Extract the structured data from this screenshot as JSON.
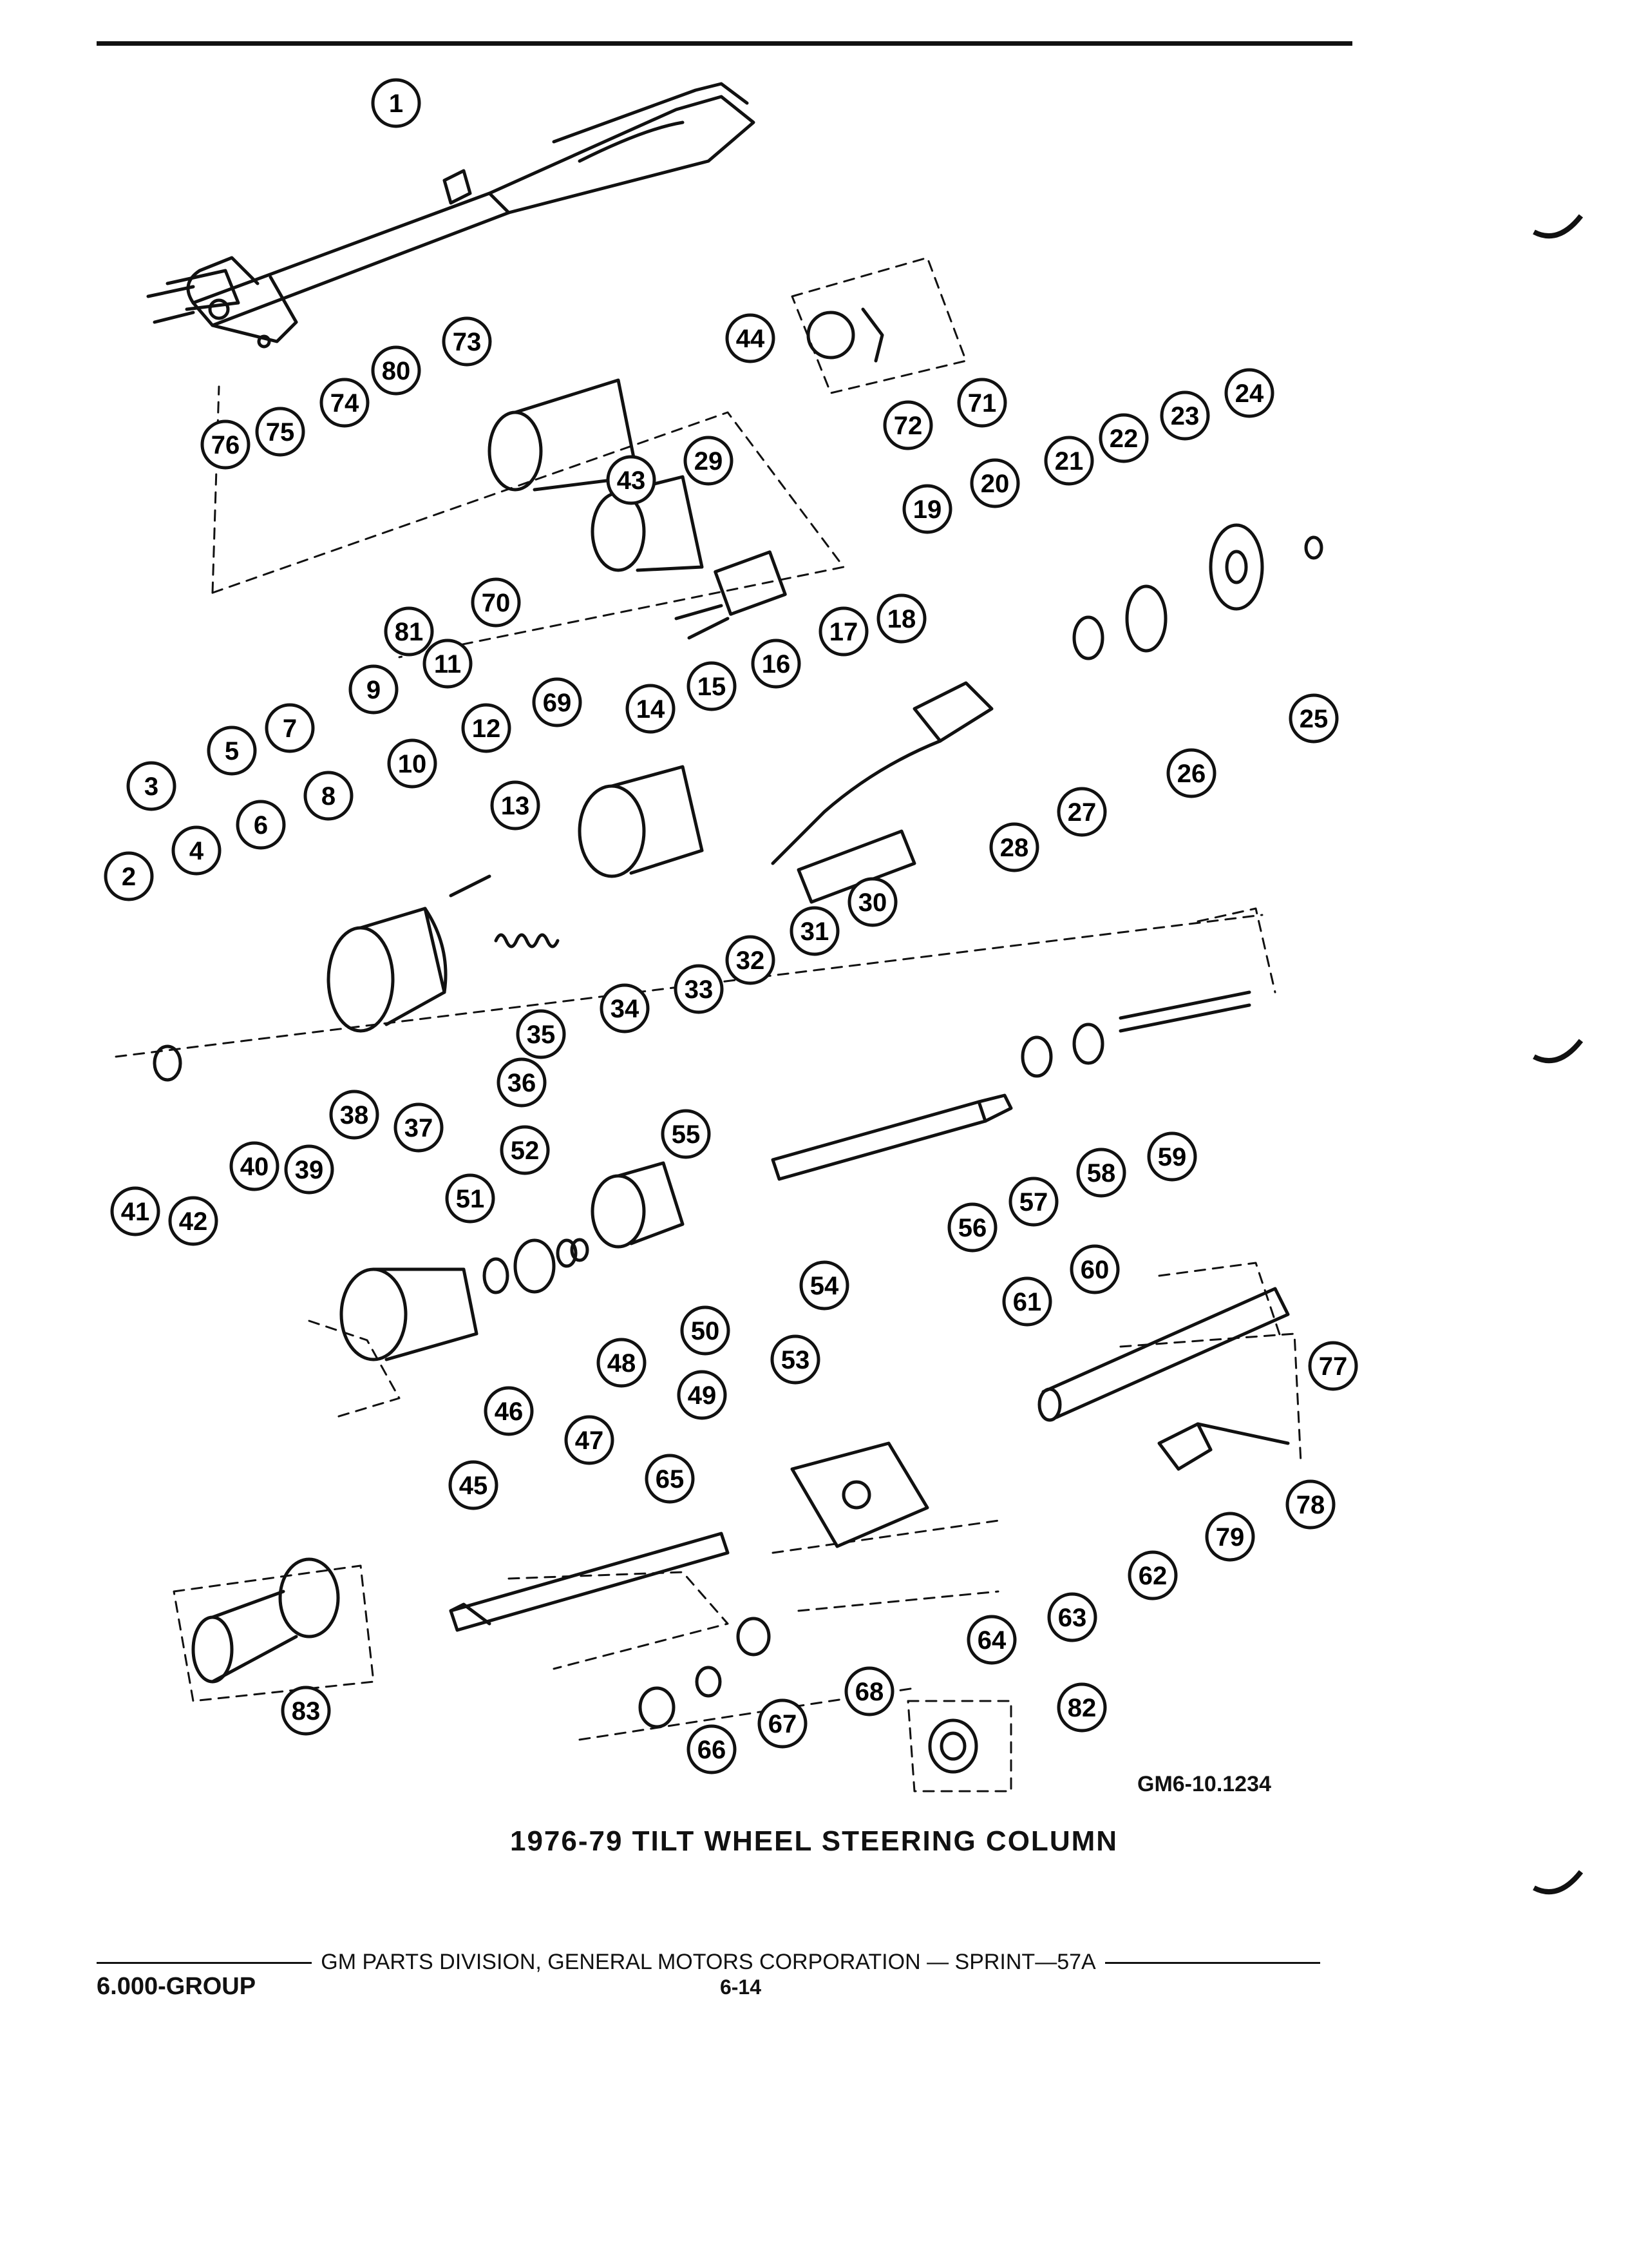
{
  "figure": {
    "code": "GM6-10.1234",
    "title": "1976-79 TILT WHEEL STEERING COLUMN"
  },
  "footer": {
    "publisher_line": "GM PARTS DIVISION, GENERAL MOTORS CORPORATION — SPRINT—57A",
    "group": "6.000-GROUP",
    "page": "6-14"
  },
  "callouts": [
    "1",
    "2",
    "3",
    "4",
    "5",
    "6",
    "7",
    "8",
    "9",
    "10",
    "11",
    "12",
    "13",
    "14",
    "15",
    "16",
    "17",
    "18",
    "19",
    "20",
    "21",
    "22",
    "23",
    "24",
    "25",
    "26",
    "27",
    "28",
    "29",
    "30",
    "31",
    "32",
    "33",
    "34",
    "35",
    "36",
    "37",
    "38",
    "39",
    "40",
    "41",
    "42",
    "43",
    "44",
    "45",
    "46",
    "47",
    "48",
    "49",
    "50",
    "51",
    "52",
    "53",
    "54",
    "55",
    "56",
    "57",
    "58",
    "59",
    "60",
    "61",
    "62",
    "63",
    "64",
    "65",
    "66",
    "67",
    "68",
    "69",
    "70",
    "71",
    "72",
    "73",
    "74",
    "75",
    "76",
    "77",
    "78",
    "79",
    "80",
    "81",
    "82",
    "83"
  ]
}
